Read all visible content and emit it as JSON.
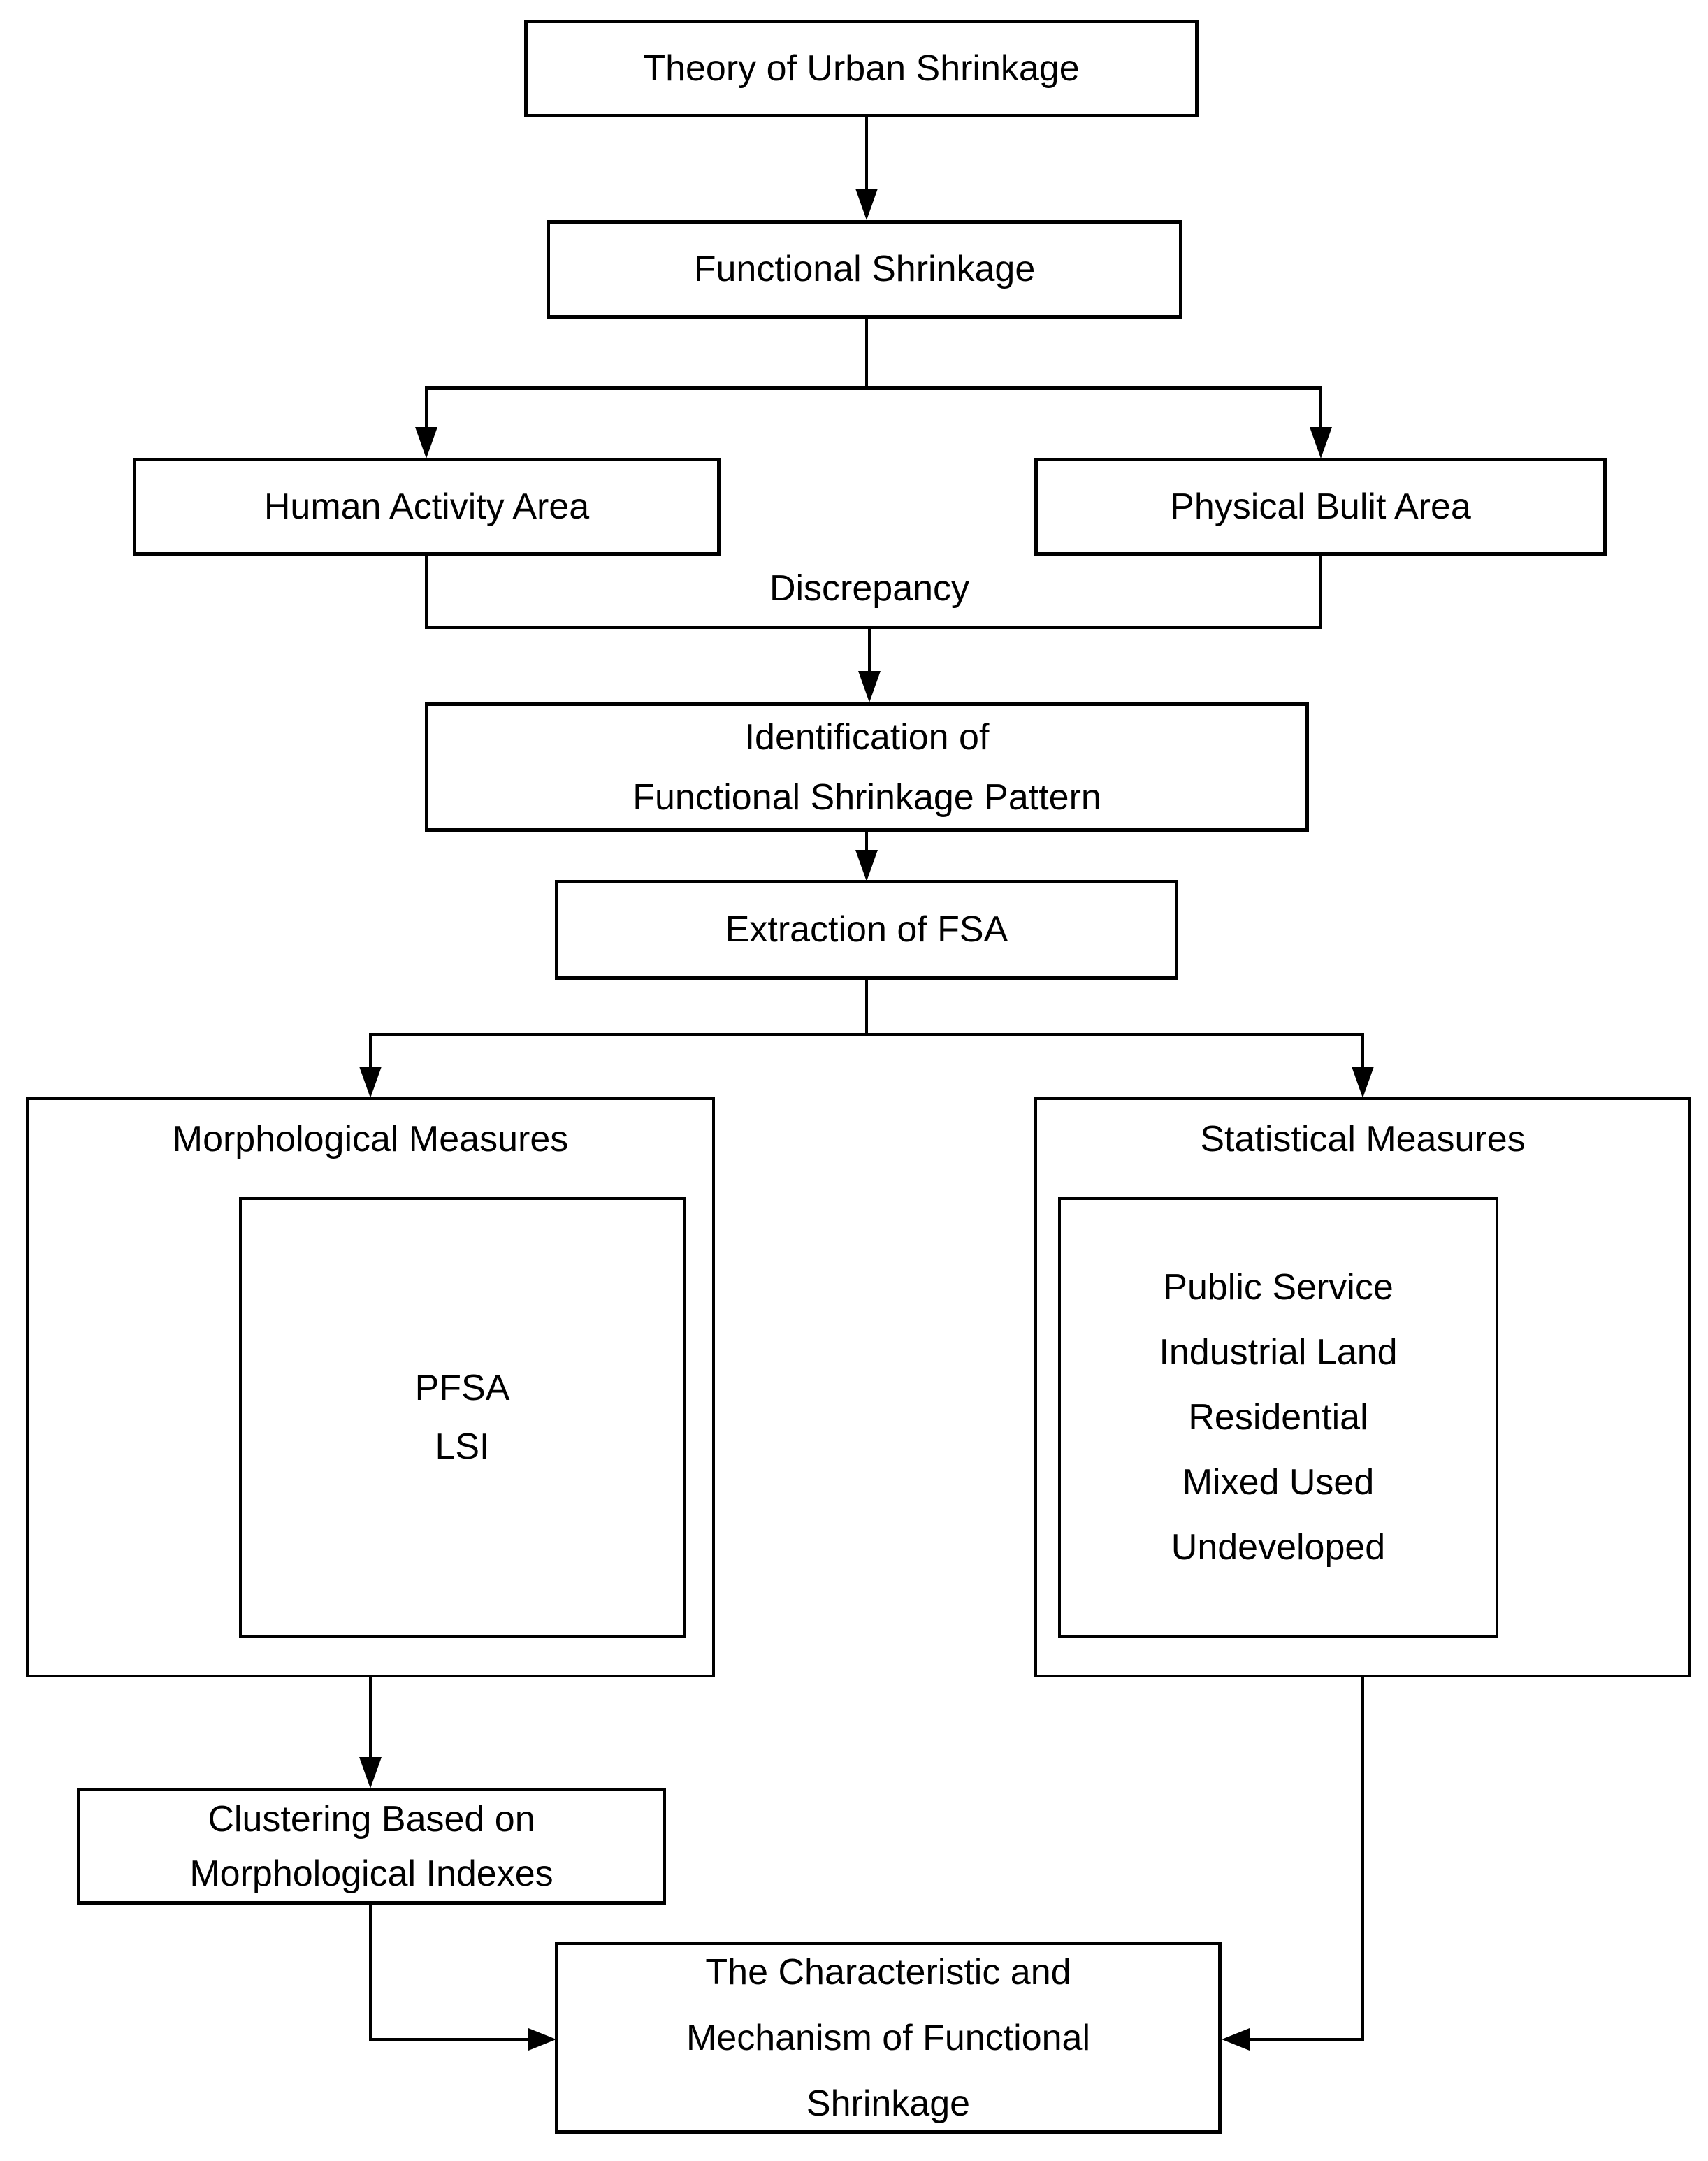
{
  "diagram": {
    "background_color": "#ffffff",
    "line_color": "#000000",
    "nodes": {
      "theory": "Theory of Urban Shrinkage",
      "functional": "Functional Shrinkage",
      "human_activity": "Human Activity Area",
      "physical_built": "Physical Bulit Area",
      "discrepancy_label": "Discrepancy",
      "identification": "Identification of\nFunctional Shrinkage Pattern",
      "extraction": "Extraction of FSA",
      "morphological_title": "Morphological Measures",
      "morphological_items": "PFSA\nLSI",
      "statistical_title": "Statistical Measures",
      "statistical_items": "Public Service\nIndustrial Land\nResidential\nMixed Used\nUndeveloped",
      "clustering": "Clustering Based on\nMorphological Indexes",
      "outcome": "The Characteristic and\nMechanism of Functional\nShrinkage"
    }
  }
}
